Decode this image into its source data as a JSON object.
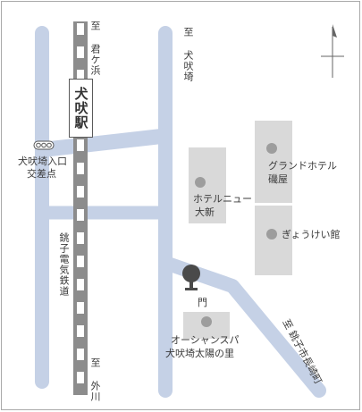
{
  "colors": {
    "road": "#c5d1e6",
    "building": "#d9d9d9",
    "marker": "#9d9d9d",
    "rail_dark": "#8c8c8c",
    "rail_light": "#ffffff",
    "text": "#3a3a3a",
    "frame": "#a9a9a9"
  },
  "station": {
    "label": "犬吠駅"
  },
  "directions": {
    "north_rail": "至 君ケ浜",
    "north_road": "至 犬吠埼",
    "south_rail": "至 外川",
    "southeast_road": "至 銚子市長崎町"
  },
  "railway": {
    "label": "銚子電気鉄道"
  },
  "intersection": {
    "label_line1": "犬吠埼入口",
    "label_line2": "交差点",
    "icon": "traffic-signal-icon"
  },
  "buildings": {
    "grand_hotel": {
      "line1": "グランドホテル",
      "line2": "磯屋"
    },
    "hotel_new": {
      "line1": "ホテルニュー",
      "line2": "大新"
    },
    "gyoukeikan": {
      "line1": "ぎょうけい館"
    },
    "onsen": {
      "line1": "オーシャンスパ",
      "line2": "犬吠埼太陽の里"
    }
  },
  "gate": {
    "label": "門",
    "icon": "gate-tree-icon"
  },
  "compass": {
    "icon": "north-arrow-icon"
  }
}
